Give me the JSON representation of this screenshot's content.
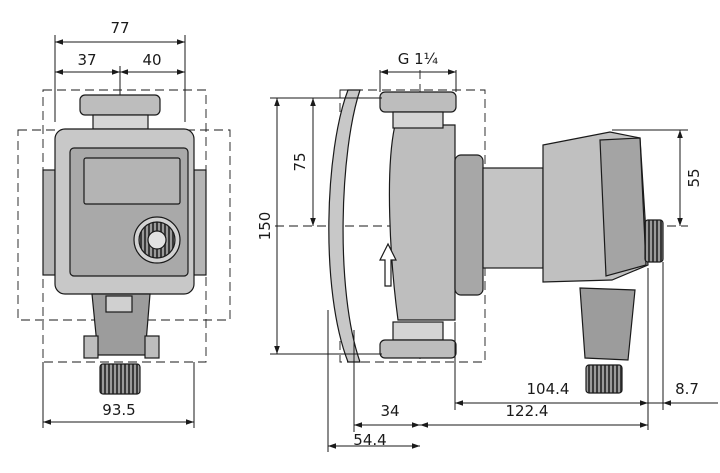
{
  "dimensions": {
    "front_total_width": "77",
    "front_left_half": "37",
    "front_right_half": "40",
    "front_base_width": "93.5",
    "side_port_thread": "G 1¼",
    "side_height_total": "150",
    "side_height_half": "75",
    "side_motor_offset": "55",
    "side_depth_motor": "104.4",
    "side_depth_total": "122.4",
    "side_cap_offset": "8.7",
    "side_rear_short": "34",
    "side_rear_long": "54.4"
  },
  "colors": {
    "line": "#1a1a1a",
    "housing_fill": "#c8c8c8",
    "housing_dark": "#8a8a8a",
    "display_fill": "#b4b4b4",
    "background": "#ffffff"
  },
  "icons": {
    "dial": "control-dial-icon",
    "flow_arrow": "flow-direction-arrow-icon"
  }
}
